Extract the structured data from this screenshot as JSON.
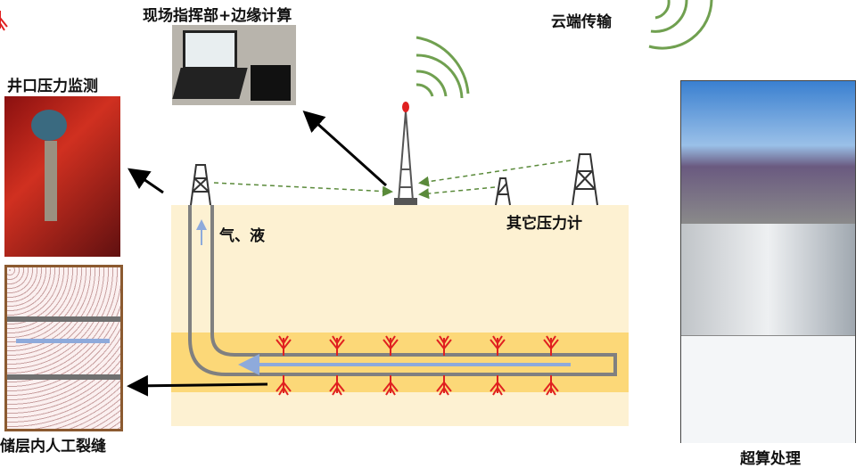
{
  "labels": {
    "command_post": "现场指挥部+边缘计算",
    "cloud": "云端传输",
    "wellhead": "井口压力监测",
    "flow": "气、液",
    "other_gauges": "其它压力计",
    "fractures": "储层内人工裂缝",
    "supercomputing": "超算处理"
  },
  "colors": {
    "ground": "#fdf1d2",
    "reservoir": "#fcd878",
    "pipe": "#808080",
    "flow_arrow": "#8eaadb",
    "signal": "#70a050",
    "fracture": "#e02020"
  }
}
